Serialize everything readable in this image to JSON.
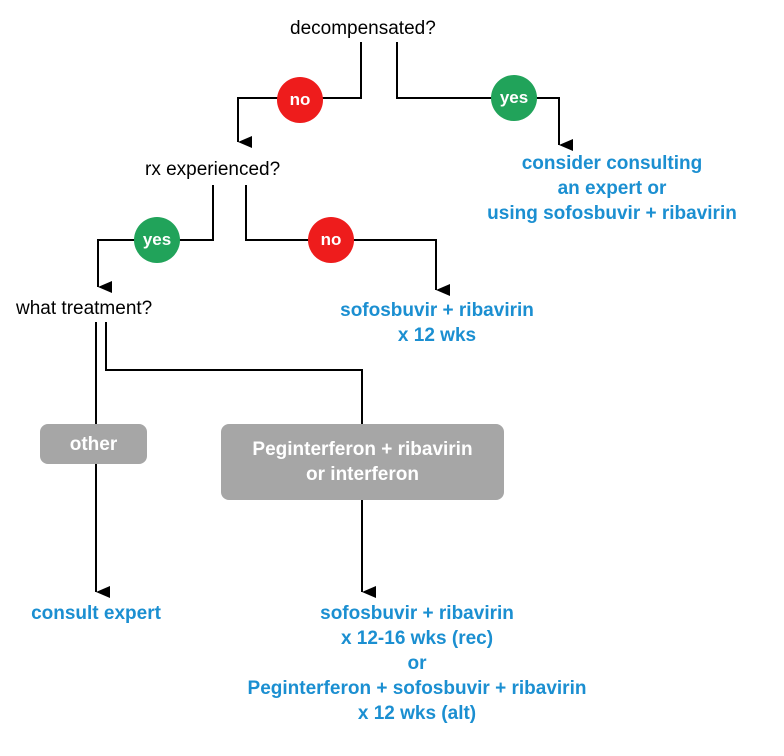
{
  "diagram": {
    "questions": {
      "decompensated": "decompensated?",
      "rx_experienced": "rx experienced?",
      "what_treatment": "what treatment?"
    },
    "badges": {
      "decomp_no": "no",
      "decomp_yes": "yes",
      "rx_yes": "yes",
      "rx_no": "no"
    },
    "boxes": {
      "other": "other",
      "peg_line1": "Peginterferon + ribavirin",
      "peg_line2": "or interferon"
    },
    "outcomes": {
      "consult_line1": "consider consulting",
      "consult_line2": "an expert or",
      "consult_line3": "using sofosbuvir + ribavirin",
      "sof_rib_line1": "sofosbuvir + ribavirin",
      "sof_rib_line2": "x 12 wks",
      "consult_expert": "consult expert",
      "final_line1": "sofosbuvir + ribavirin",
      "final_line2": "x 12-16 wks (rec)",
      "final_line3": "or",
      "final_line4": "Peginterferon + sofosbuvir + ribavirin",
      "final_line5": "x 12 wks (alt)"
    },
    "colors": {
      "no": "#EE1C1C",
      "yes": "#21A35A",
      "outcome_text": "#1B8FD1",
      "box_fill": "#A6A6A6"
    }
  }
}
